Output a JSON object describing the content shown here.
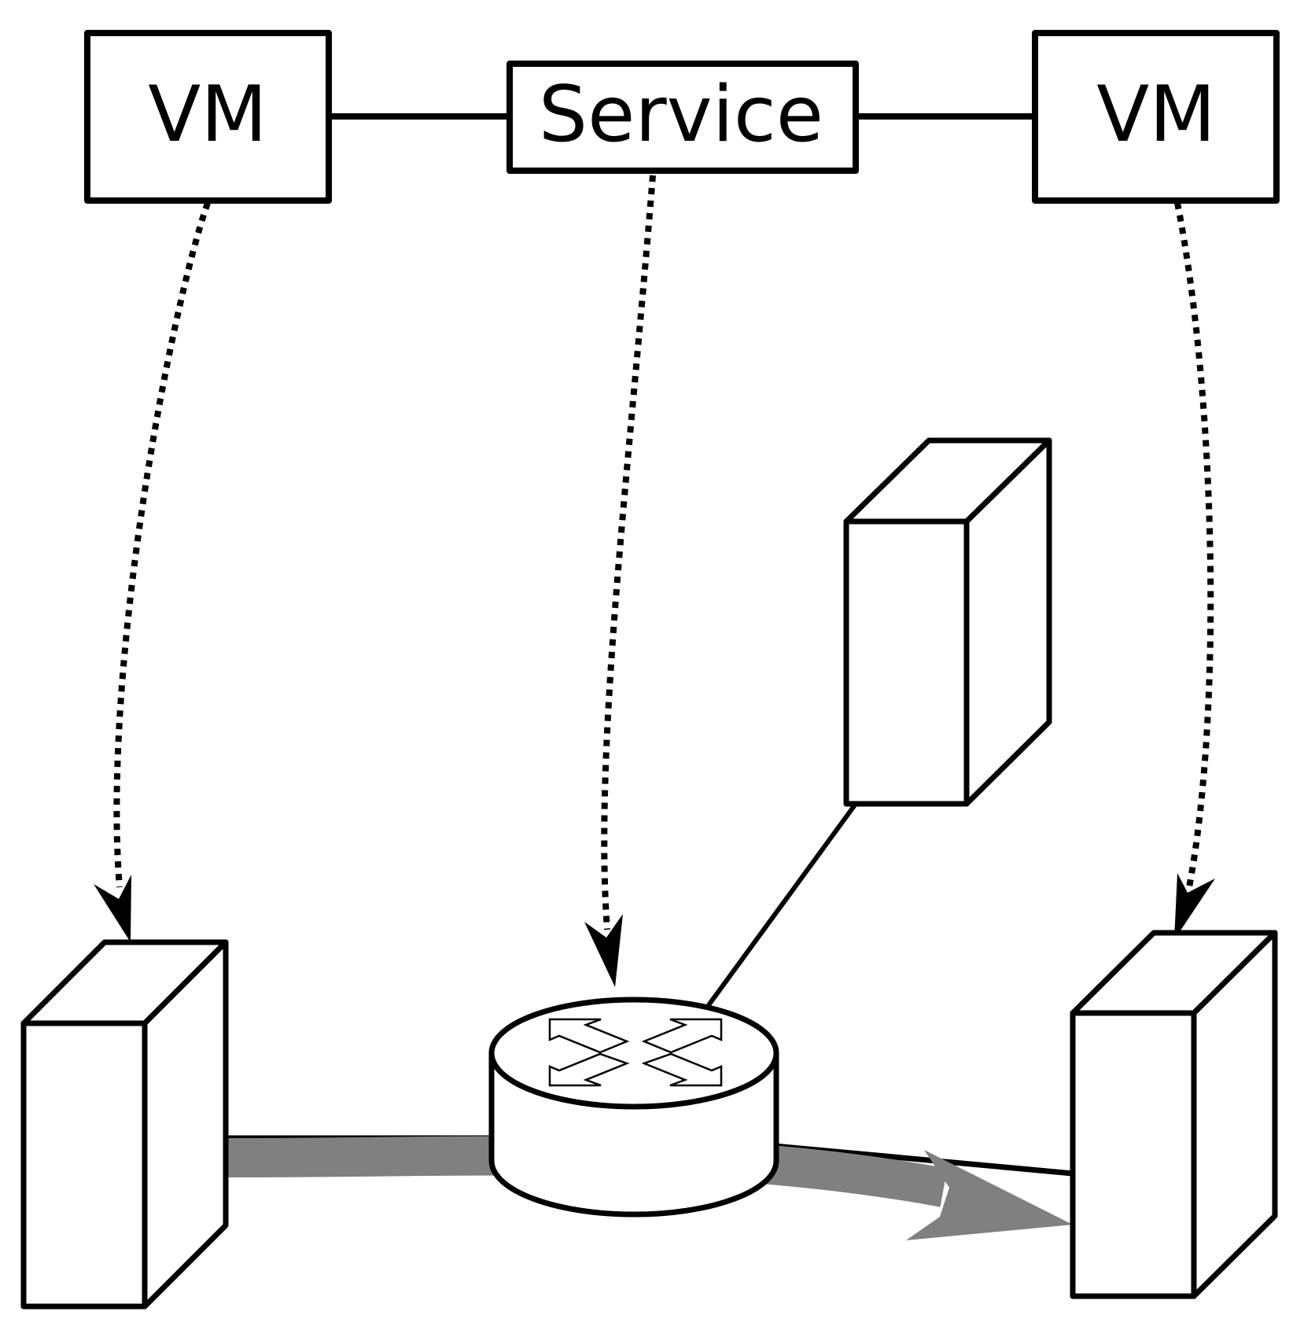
{
  "diagram": {
    "nodes": {
      "vm_left": {
        "label": "VM"
      },
      "service": {
        "label": "Service"
      },
      "vm_right": {
        "label": "VM"
      }
    },
    "colors": {
      "stroke": "#000000",
      "fill": "#ffffff",
      "traffic_flow": "#808080"
    },
    "icons": {
      "router": "router-icon",
      "server": "server-icon"
    }
  }
}
